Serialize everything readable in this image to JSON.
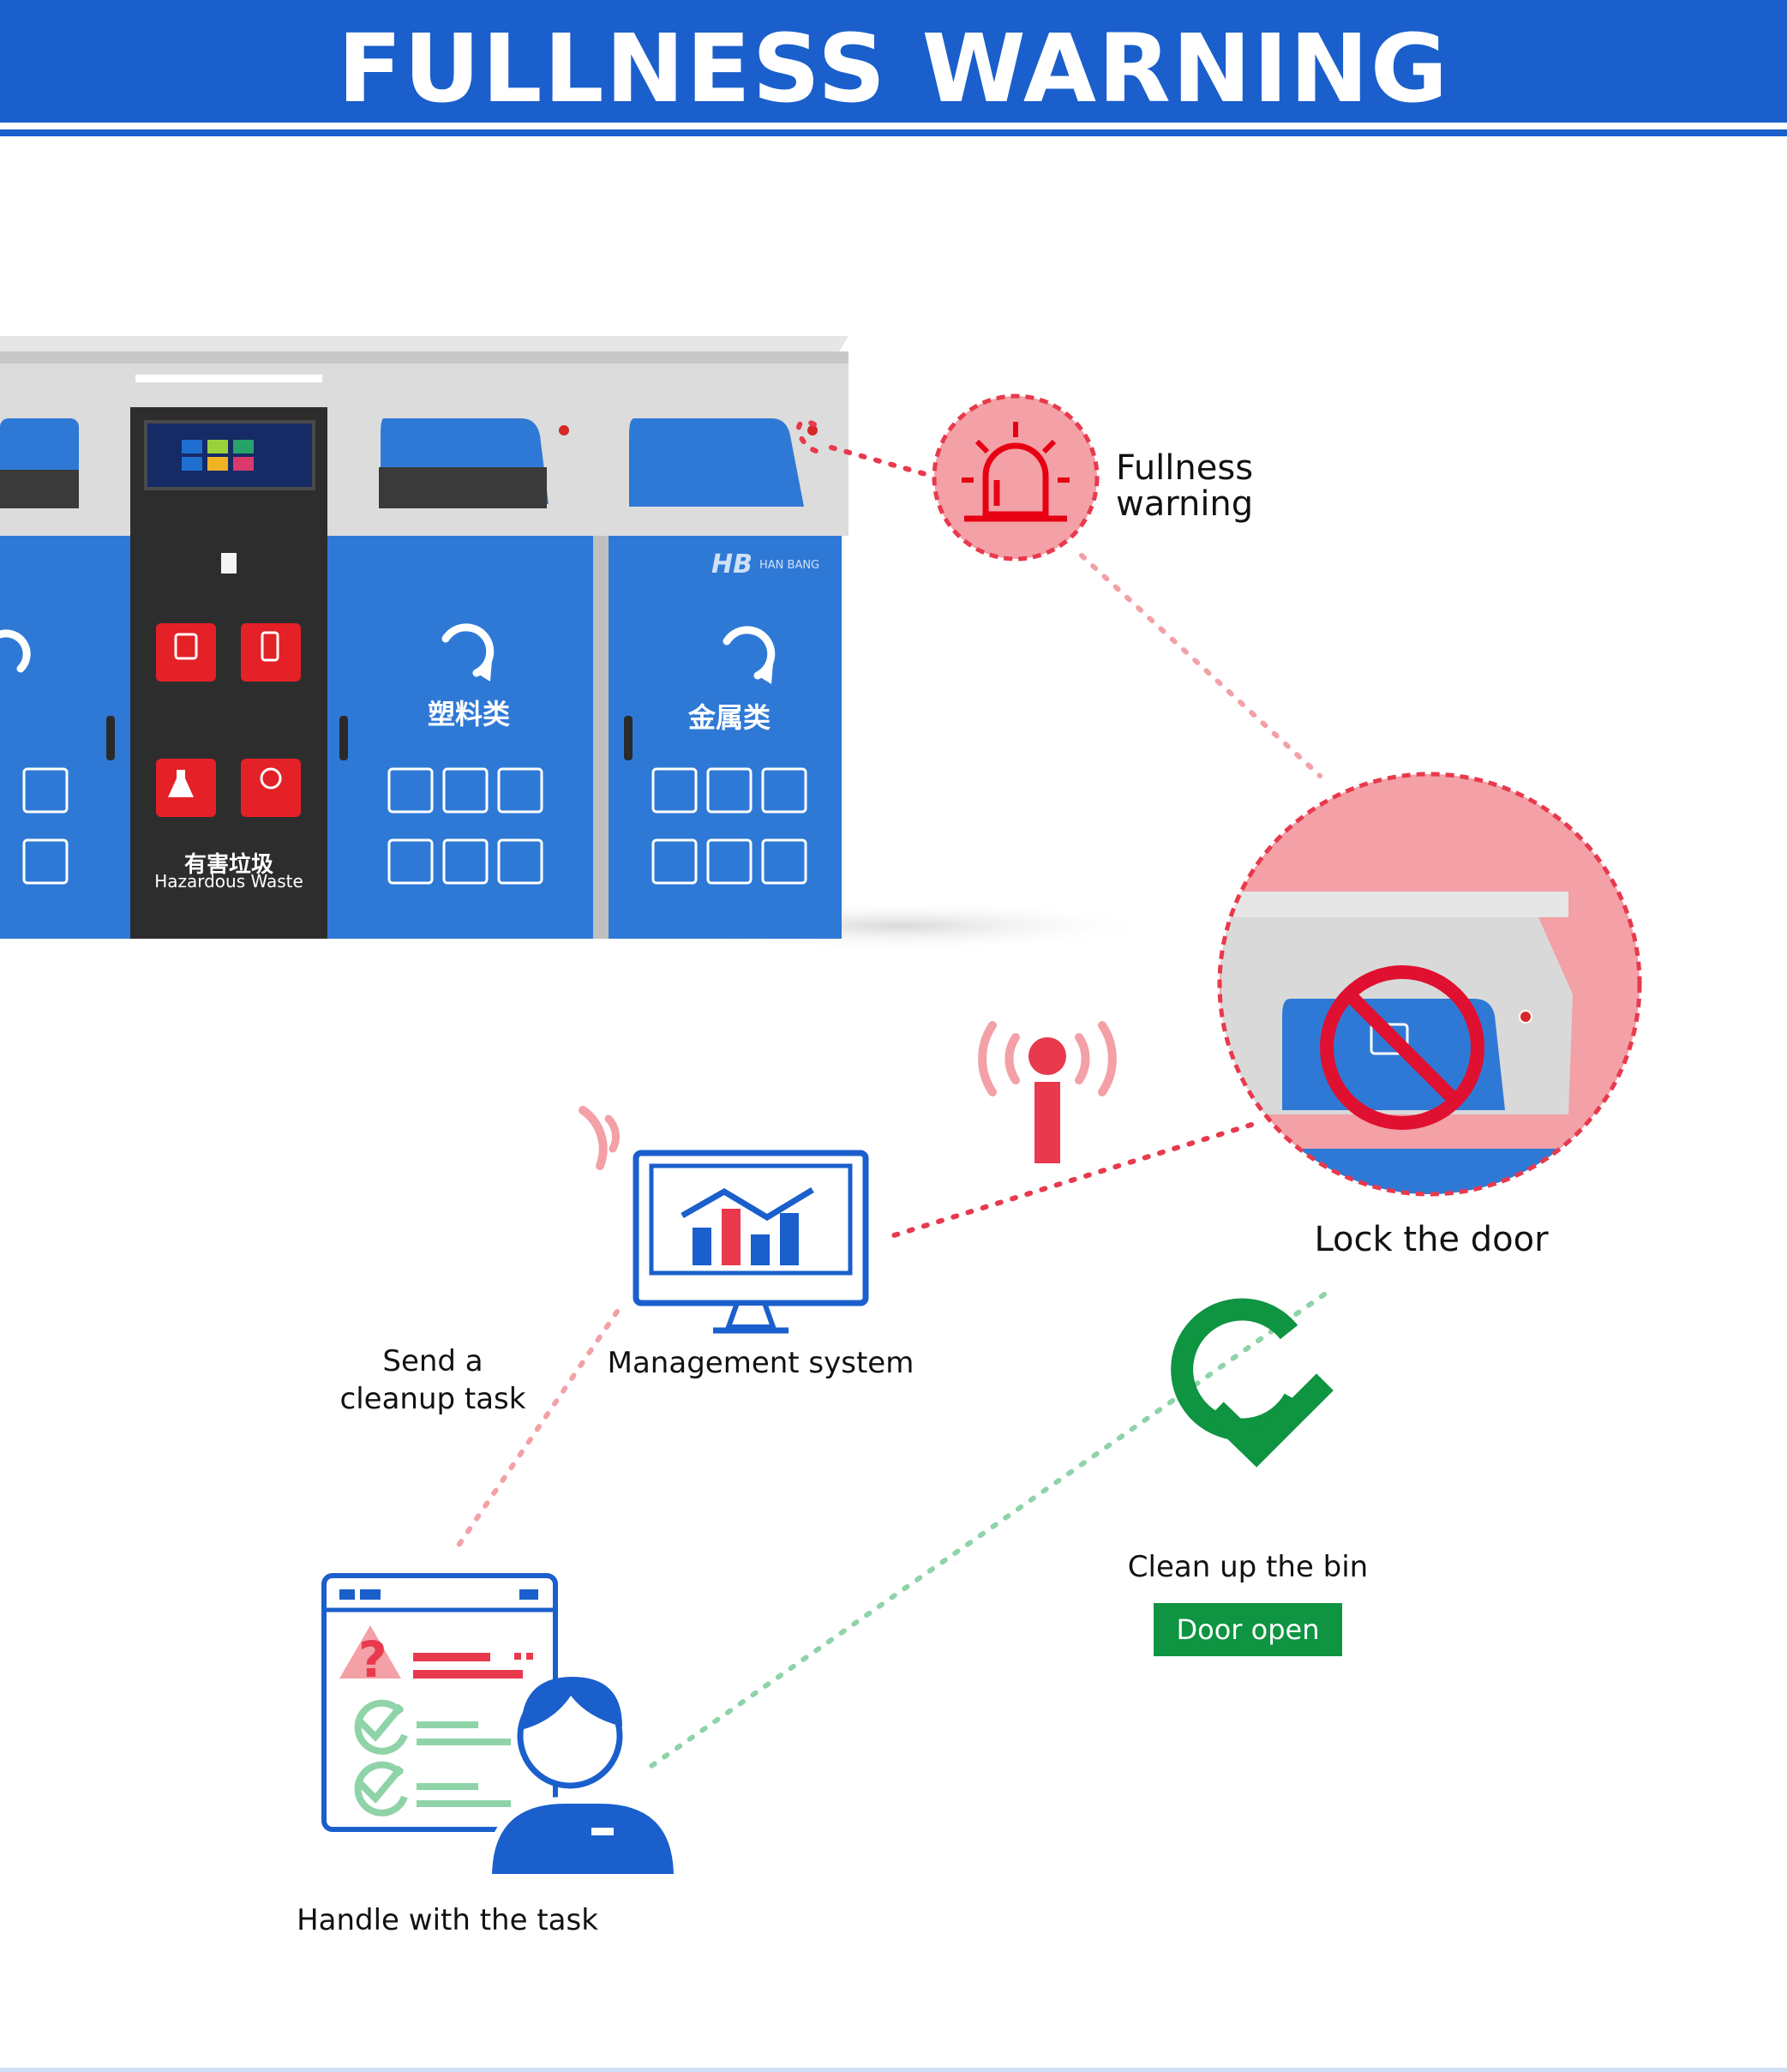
{
  "banner": {
    "title": "FULLNESS WARNING"
  },
  "colors": {
    "brand_blue": "#1a5fcc",
    "bin_blue": "#2f79d6",
    "alert_red": "#e8394d",
    "alert_pink": "#f3a0a6",
    "ok_green": "#0f9441",
    "dotted_green": "#8fd3a8"
  },
  "product": {
    "bins": [
      {
        "label_cn": "塑料类",
        "icon": "recycle-icon"
      },
      {
        "label_cn": "金属类",
        "icon": "recycle-icon"
      }
    ],
    "hazard_panel": {
      "label_cn": "有害垃圾",
      "label_en": "Hazardous Waste"
    },
    "brand": "HAN BANG"
  },
  "steps": {
    "fullness_warning": {
      "label_line1": "Fullness",
      "label_line2": "warning",
      "icon": "siren-icon"
    },
    "lock_door": {
      "label": "Lock the door",
      "icon": "no-entry-icon"
    },
    "management_system": {
      "label": "Management system",
      "icon": "monitor-chart-icon"
    },
    "send_task": {
      "label_line1": "Send a",
      "label_line2": "cleanup task",
      "icon": "signal-icon"
    },
    "handle_task": {
      "label": "Handle with the task",
      "icon": "worker-checklist-icon"
    },
    "clean_bin": {
      "label": "Clean up the bin",
      "icon": "check-icon"
    },
    "door_open": {
      "label": "Door open"
    }
  }
}
